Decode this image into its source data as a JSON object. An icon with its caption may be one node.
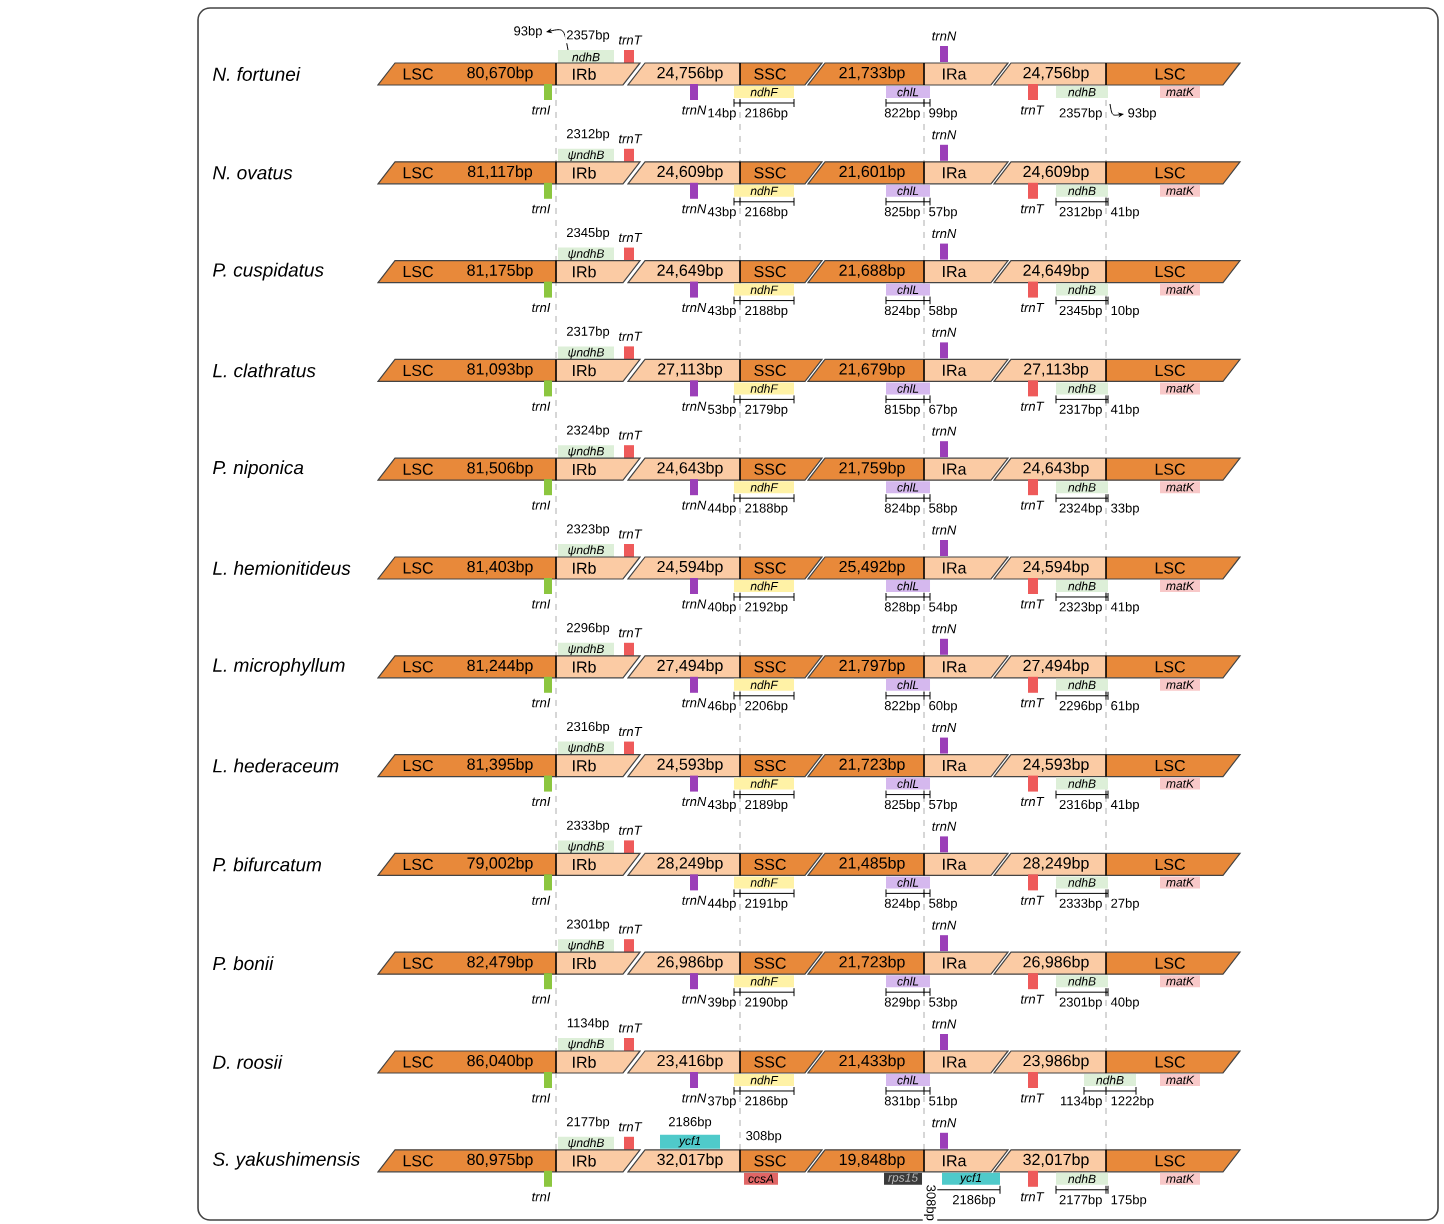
{
  "diagram": {
    "nodes": [
      {
        "text": [
          "ndhB"
        ]
      },
      {
        "text": [],
        "shape": "bar",
        "beside": [
          "trnT"
        ]
      },
      {
        "text": [],
        "shape": "bar",
        "beside": [
          "trnN"
        ]
      },
      {
        "text": [
          "LSC",
          "80,670bp",
          "IRb"
        ]
      },
      {
        "text": [
          "24,756bp",
          "SSC"
        ]
      },
      {
        "text": [
          "21,733bp",
          "IRa"
        ]
      },
      {
        "text": [
          "24,756bp",
          "LSC"
        ]
      },
      {
        "text": [],
        "shape": "bar",
        "beside": [
          "trnI"
        ]
      },
      {
        "text": [],
        "shape": "bar",
        "beside": [
          "trnN"
        ]
      },
      {
        "text": [
          "ndhF"
        ]
      },
      {
        "text": [
          "chlL"
        ]
      },
      {
        "text": [],
        "shape": "bar",
        "beside": [
          "trnT"
        ]
      },
      {
        "text": [
          "ndhB"
        ]
      },
      {
        "text": [
          "matK"
        ]
      },
      {
        "text": [
          "ψndhB"
        ]
      },
      {
        "text": [],
        "shape": "bar",
        "beside": [
          "trnT"
        ]
      },
      {
        "text": [],
        "shape": "bar",
        "beside": [
          "trnN"
        ]
      },
      {
        "text": [
          "LSC",
          "81,117bp",
          "IRb"
        ]
      },
      {
        "text": [
          "24,609bp",
          "SSC"
        ]
      },
      {
        "text": [
          "21,601bp",
          "IRa"
        ]
      },
      {
        "text": [
          "24,609bp",
          "LSC"
        ]
      },
      {
        "text": [],
        "shape": "bar",
        "beside": [
          "trnI"
        ]
      },
      {
        "text": [],
        "shape": "bar",
        "beside": [
          "trnN"
        ]
      },
      {
        "text": [
          "ndhF"
        ]
      },
      {
        "text": [
          "chlL"
        ]
      },
      {
        "text": [],
        "shape": "bar",
        "beside": [
          "trnT"
        ]
      },
      {
        "text": [
          "ndhB"
        ]
      },
      {
        "text": [
          "matK"
        ]
      },
      {
        "text": [
          "ψndhB"
        ]
      },
      {
        "text": [],
        "shape": "bar",
        "beside": [
          "trnT"
        ]
      },
      {
        "text": [],
        "shape": "bar",
        "beside": [
          "trnN"
        ]
      },
      {
        "text": [
          "LSC",
          "81,175bp",
          "IRb"
        ]
      },
      {
        "text": [
          "24,649bp",
          "SSC"
        ]
      },
      {
        "text": [
          "21,688bp",
          "IRa"
        ]
      },
      {
        "text": [
          "24,649bp",
          "LSC"
        ]
      },
      {
        "text": [],
        "shape": "bar",
        "beside": [
          "trnI"
        ]
      },
      {
        "text": [],
        "shape": "bar",
        "beside": [
          "trnN"
        ]
      },
      {
        "text": [
          "ndhF"
        ]
      },
      {
        "text": [
          "chlL"
        ]
      },
      {
        "text": [],
        "shape": "bar",
        "beside": [
          "trnT"
        ]
      },
      {
        "text": [
          "ndhB"
        ]
      },
      {
        "text": [
          "matK"
        ]
      },
      {
        "text": [
          "ψndhB"
        ]
      },
      {
        "text": [],
        "shape": "bar",
        "beside": [
          "trnT"
        ]
      },
      {
        "text": [],
        "shape": "bar",
        "beside": [
          "trnN"
        ]
      },
      {
        "text": [
          "LSC",
          "81,093bp",
          "IRb"
        ]
      },
      {
        "text": [
          "27,113bp",
          "SSC"
        ]
      },
      {
        "text": [
          "21,679bp",
          "IRa"
        ]
      },
      {
        "text": [
          "27,113bp",
          "LSC"
        ]
      },
      {
        "text": [],
        "shape": "bar",
        "beside": [
          "trnI"
        ]
      },
      {
        "text": [],
        "shape": "bar",
        "beside": [
          "trnN"
        ]
      },
      {
        "text": [
          "ndhF"
        ]
      },
      {
        "text": [
          "chlL"
        ]
      },
      {
        "text": [],
        "shape": "bar",
        "beside": [
          "trnT"
        ]
      },
      {
        "text": [
          "ndhB"
        ]
      },
      {
        "text": [
          "matK"
        ]
      },
      {
        "text": [
          "ψndhB"
        ]
      },
      {
        "text": [],
        "shape": "bar",
        "beside": [
          "trnT"
        ]
      },
      {
        "text": [],
        "shape": "bar",
        "beside": [
          "trnN"
        ]
      },
      {
        "text": [
          "LSC",
          "81,506bp",
          "IRb"
        ]
      },
      {
        "text": [
          "24,643bp",
          "SSC"
        ]
      },
      {
        "text": [
          "21,759bp",
          "IRa"
        ]
      },
      {
        "text": [
          "24,643bp",
          "LSC"
        ]
      },
      {
        "text": [],
        "shape": "bar",
        "beside": [
          "trnI"
        ]
      },
      {
        "text": [],
        "shape": "bar",
        "beside": [
          "trnN"
        ]
      },
      {
        "text": [
          "ndhF"
        ]
      },
      {
        "text": [
          "chlL"
        ]
      },
      {
        "text": [],
        "shape": "bar",
        "beside": [
          "trnT"
        ]
      },
      {
        "text": [
          "ndhB"
        ]
      },
      {
        "text": [
          "matK"
        ]
      },
      {
        "text": [
          "ψndhB"
        ]
      },
      {
        "text": [],
        "shape": "bar",
        "beside": [
          "trnT"
        ]
      },
      {
        "text": [],
        "shape": "bar",
        "beside": [
          "trnN"
        ]
      },
      {
        "text": [
          "LSC",
          "81,403bp",
          "IRb"
        ]
      },
      {
        "text": [
          "24,594bp",
          "SSC"
        ]
      },
      {
        "text": [
          "25,492bp",
          "IRa"
        ]
      },
      {
        "text": [
          "24,594bp",
          "LSC"
        ]
      },
      {
        "text": [],
        "shape": "bar",
        "beside": [
          "trnI"
        ]
      },
      {
        "text": [],
        "shape": "bar",
        "beside": [
          "trnN"
        ]
      },
      {
        "text": [
          "ndhF"
        ]
      },
      {
        "text": [
          "chlL"
        ]
      },
      {
        "text": [],
        "shape": "bar",
        "beside": [
          "trnT"
        ]
      },
      {
        "text": [
          "ndhB"
        ]
      },
      {
        "text": [
          "matK"
        ]
      },
      {
        "text": [
          "ψndhB"
        ]
      },
      {
        "text": [],
        "shape": "bar",
        "beside": [
          "trnT"
        ]
      },
      {
        "text": [],
        "shape": "bar",
        "beside": [
          "trnN"
        ]
      },
      {
        "text": [
          "LSC",
          "81,244bp",
          "IRb"
        ]
      },
      {
        "text": [
          "27,494bp",
          "SSC"
        ]
      },
      {
        "text": [
          "21,797bp",
          "IRa"
        ]
      },
      {
        "text": [
          "27,494bp",
          "LSC"
        ]
      },
      {
        "text": [],
        "shape": "bar",
        "beside": [
          "trnI"
        ]
      },
      {
        "text": [],
        "shape": "bar",
        "beside": [
          "trnN"
        ]
      },
      {
        "text": [
          "ndhF"
        ]
      },
      {
        "text": [
          "chlL"
        ]
      },
      {
        "text": [],
        "shape": "bar",
        "beside": [
          "trnT"
        ]
      },
      {
        "text": [
          "ndhB"
        ]
      },
      {
        "text": [
          "matK"
        ]
      },
      {
        "text": [
          "ψndhB"
        ]
      },
      {
        "text": [],
        "shape": "bar",
        "beside": [
          "trnT"
        ]
      },
      {
        "text": [],
        "shape": "bar",
        "beside": [
          "trnN"
        ]
      },
      {
        "text": [
          "LSC",
          "81,395bp",
          "IRb"
        ]
      },
      {
        "text": [
          "24,593bp",
          "SSC"
        ]
      },
      {
        "text": [
          "21,723bp",
          "IRa"
        ]
      },
      {
        "text": [
          "24,593bp",
          "LSC"
        ]
      },
      {
        "text": [],
        "shape": "bar",
        "beside": [
          "trnI"
        ]
      },
      {
        "text": [],
        "shape": "bar",
        "beside": [
          "trnN"
        ]
      },
      {
        "text": [
          "ndhF"
        ]
      },
      {
        "text": [
          "chlL"
        ]
      },
      {
        "text": [],
        "shape": "bar",
        "beside": [
          "trnT"
        ]
      },
      {
        "text": [
          "ndhB"
        ]
      },
      {
        "text": [
          "matK"
        ]
      },
      {
        "text": [
          "ψndhB"
        ]
      },
      {
        "text": [],
        "shape": "bar",
        "beside": [
          "trnT"
        ]
      },
      {
        "text": [],
        "shape": "bar",
        "beside": [
          "trnN"
        ]
      },
      {
        "text": [
          "LSC",
          "79,002bp",
          "IRb"
        ]
      },
      {
        "text": [
          "28,249bp",
          "SSC"
        ]
      },
      {
        "text": [
          "21,485bp",
          "IRa"
        ]
      },
      {
        "text": [
          "28,249bp",
          "LSC"
        ]
      },
      {
        "text": [],
        "shape": "bar",
        "beside": [
          "trnI"
        ]
      },
      {
        "text": [],
        "shape": "bar",
        "beside": [
          "trnN"
        ]
      },
      {
        "text": [
          "ndhF"
        ]
      },
      {
        "text": [
          "chlL"
        ]
      },
      {
        "text": [],
        "shape": "bar",
        "beside": [
          "trnT"
        ]
      },
      {
        "text": [
          "ndhB"
        ]
      },
      {
        "text": [
          "matK"
        ]
      },
      {
        "text": [
          "ψndhB"
        ]
      },
      {
        "text": [],
        "shape": "bar",
        "beside": [
          "trnT"
        ]
      },
      {
        "text": [],
        "shape": "bar",
        "beside": [
          "trnN"
        ]
      },
      {
        "text": [
          "LSC",
          "82,479bp",
          "IRb"
        ]
      },
      {
        "text": [
          "26,986bp",
          "SSC"
        ]
      },
      {
        "text": [
          "21,723bp",
          "IRa"
        ]
      },
      {
        "text": [
          "26,986bp",
          "LSC"
        ]
      },
      {
        "text": [],
        "shape": "bar",
        "beside": [
          "trnI"
        ]
      },
      {
        "text": [],
        "shape": "bar",
        "beside": [
          "trnN"
        ]
      },
      {
        "text": [
          "ndhF"
        ]
      },
      {
        "text": [
          "chlL"
        ]
      },
      {
        "text": [],
        "shape": "bar",
        "beside": [
          "trnT"
        ]
      },
      {
        "text": [
          "ndhB"
        ]
      },
      {
        "text": [
          "matK"
        ]
      },
      {
        "text": [
          "ψndhB"
        ]
      },
      {
        "text": [],
        "shape": "bar",
        "beside": [
          "trnT"
        ]
      },
      {
        "text": [],
        "shape": "bar",
        "beside": [
          "trnN"
        ]
      },
      {
        "text": [
          "LSC",
          "86,040bp",
          "IRb"
        ]
      },
      {
        "text": [
          "23,416bp",
          "SSC"
        ]
      },
      {
        "text": [
          "21,433bp",
          "IRa"
        ]
      },
      {
        "text": [
          "23,986bp",
          "LSC"
        ]
      },
      {
        "text": [],
        "shape": "bar",
        "beside": [
          "trnI"
        ]
      },
      {
        "text": [],
        "shape": "bar",
        "beside": [
          "trnN"
        ]
      },
      {
        "text": [
          "ndhF"
        ]
      },
      {
        "text": [
          "chlL"
        ]
      },
      {
        "text": [],
        "shape": "bar",
        "beside": [
          "trnT"
        ]
      },
      {
        "text": [
          "ndhB"
        ]
      },
      {
        "text": [
          "matK"
        ]
      },
      {
        "text": [
          "ψndhB"
        ]
      },
      {
        "text": [],
        "shape": "bar",
        "beside": [
          "trnT"
        ]
      },
      {
        "text": [
          "ycf1"
        ]
      },
      {
        "text": [],
        "shape": "bar",
        "beside": [
          "trnN"
        ]
      },
      {
        "text": [
          "LSC",
          "80,975bp",
          "IRb"
        ]
      },
      {
        "text": [
          "32,017bp",
          "SSC"
        ]
      },
      {
        "text": [
          "19,848bp",
          "IRa"
        ]
      },
      {
        "text": [
          "32,017bp",
          "LSC"
        ]
      },
      {
        "text": [],
        "shape": "bar",
        "beside": [
          "trnI"
        ]
      },
      {
        "text": [
          "ccsA"
        ]
      },
      {
        "text": [
          "rps15"
        ]
      },
      {
        "text": [
          "ycf1"
        ]
      },
      {
        "text": [],
        "shape": "bar",
        "beside": [
          "trnT"
        ]
      },
      {
        "text": [
          "ndhB"
        ]
      },
      {
        "text": [
          "matK"
        ]
      }
    ],
    "labels": [
      "N. fortunei",
      "93bp",
      "2357bp",
      "14bp",
      "2186bp",
      "822bp",
      "99bp",
      "2357bp",
      "93bp",
      "N. ovatus",
      "2312bp",
      "43bp",
      "2168bp",
      "825bp",
      "57bp",
      "2312bp",
      "41bp",
      "P. cuspidatus",
      "2345bp",
      "43bp",
      "2188bp",
      "824bp",
      "58bp",
      "2345bp",
      "10bp",
      "L. clathratus",
      "2317bp",
      "53bp",
      "2179bp",
      "815bp",
      "67bp",
      "2317bp",
      "41bp",
      "P. niponica",
      "2324bp",
      "44bp",
      "2188bp",
      "824bp",
      "58bp",
      "2324bp",
      "33bp",
      "L. hemionitideus",
      "2323bp",
      "40bp",
      "2192bp",
      "828bp",
      "54bp",
      "2323bp",
      "41bp",
      "L. microphyllum",
      "2296bp",
      "46bp",
      "2206bp",
      "822bp",
      "60bp",
      "2296bp",
      "61bp",
      "L. hederaceum",
      "2316bp",
      "43bp",
      "2189bp",
      "825bp",
      "57bp",
      "2316bp",
      "41bp",
      "P. bifurcatum",
      "2333bp",
      "44bp",
      "2191bp",
      "824bp",
      "58bp",
      "2333bp",
      "27bp",
      "P. bonii",
      "2301bp",
      "39bp",
      "2190bp",
      "829bp",
      "53bp",
      "2301bp",
      "40bp",
      "D. roosii",
      "1134bp",
      "37bp",
      "2186bp",
      "831bp",
      "51bp",
      "1134bp",
      "1222bp",
      "S. yakushimensis",
      "2177bp",
      "2186bp",
      "308bp",
      "308bp",
      "2186bp",
      "2177bp",
      "175bp"
    ]
  }
}
